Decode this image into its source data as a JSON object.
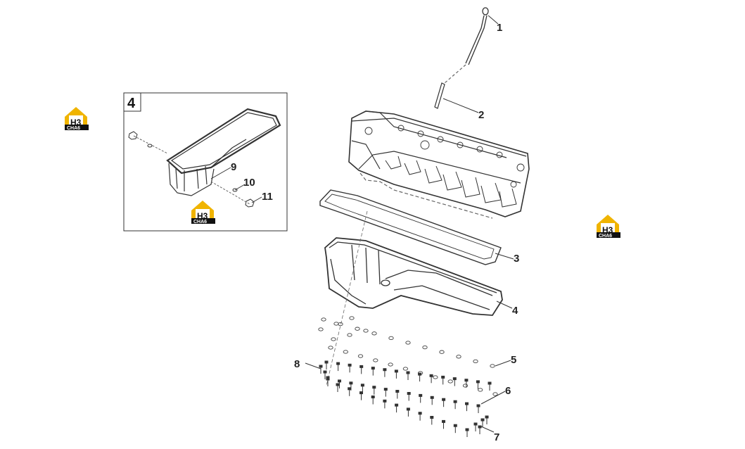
{
  "diagram": {
    "inset_number": "4",
    "callouts": [
      "1",
      "2",
      "3",
      "4",
      "5",
      "6",
      "7",
      "8",
      "9",
      "10",
      "11"
    ],
    "logo": {
      "mark": "H3",
      "sub": "CHA6",
      "color_accent": "#f0b400"
    },
    "colors": {
      "line": "#333333",
      "light": "#888888"
    }
  }
}
